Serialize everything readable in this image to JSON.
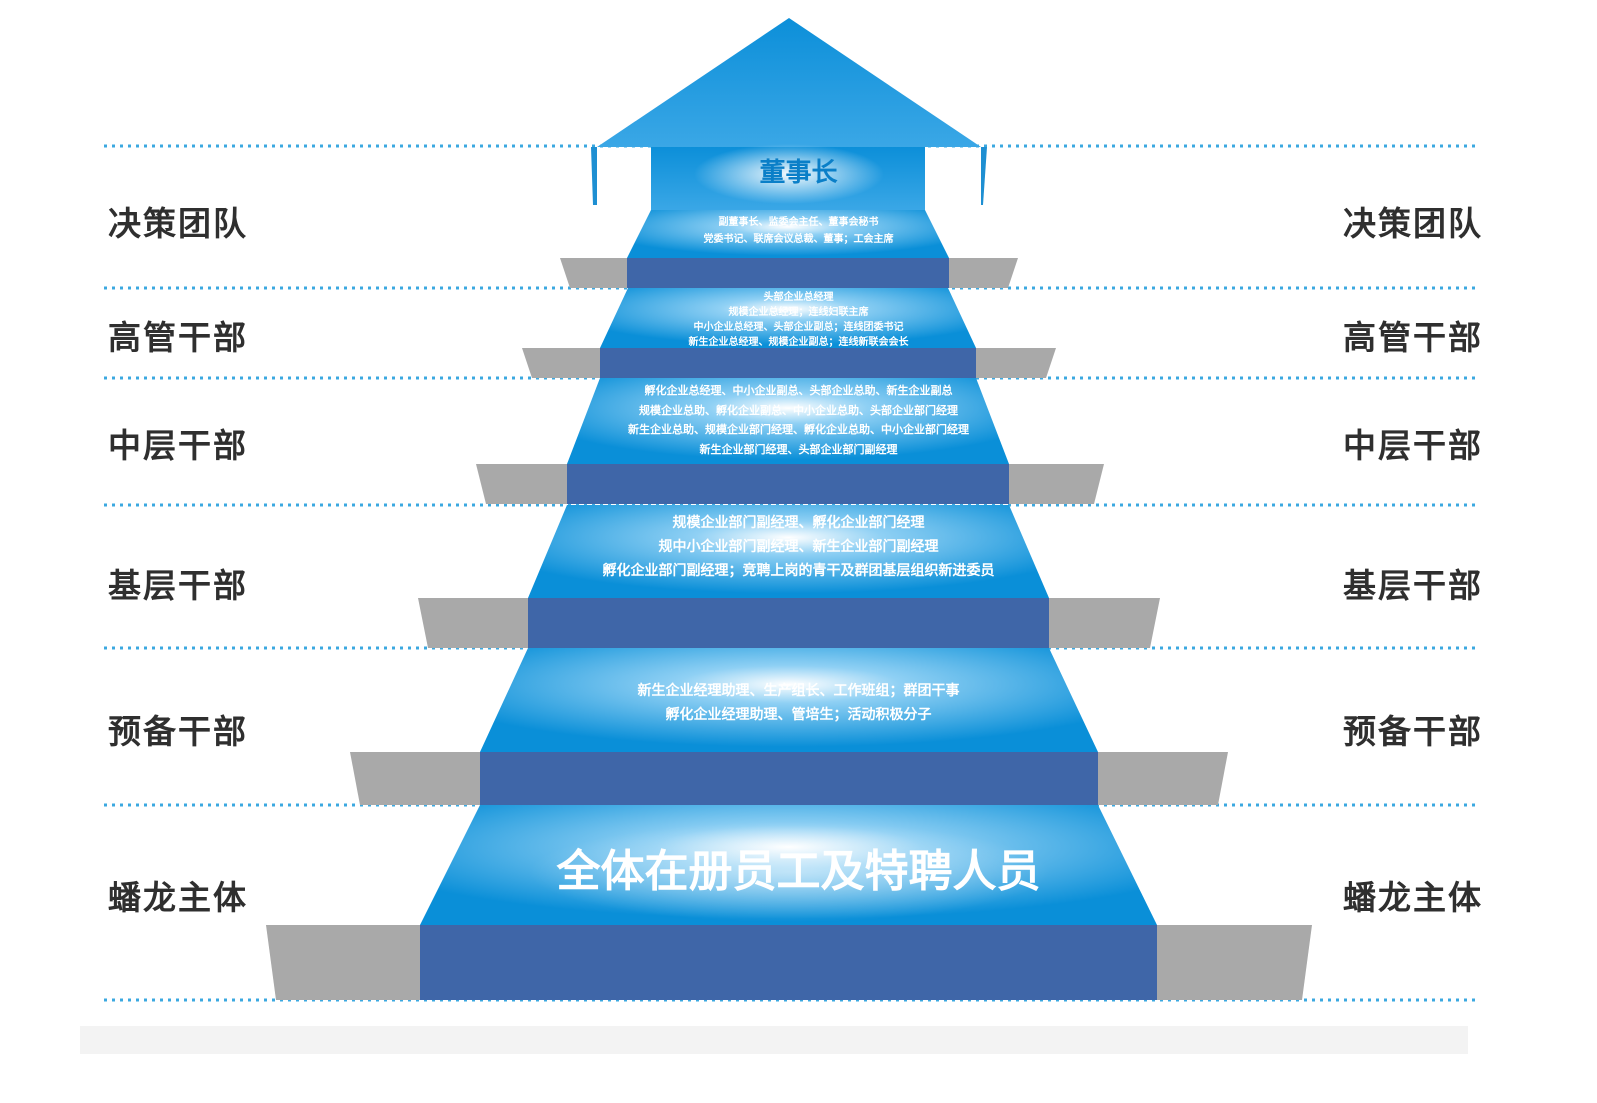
{
  "tiers": [
    {
      "label": "决策团队",
      "title": "董事长",
      "lines": [
        "副董事长、监委会主任、董事会秘书",
        "党委书记、联席会议总裁、董事；工会主席"
      ]
    },
    {
      "label": "高管干部",
      "lines": [
        "头部企业总经理",
        "规模企业总经理；连线妇联主席",
        "中小企业总经理、头部企业副总；连线团委书记",
        "新生企业总经理、规模企业副总；连线新联会会长"
      ]
    },
    {
      "label": "中层干部",
      "lines": [
        "孵化企业总经理、中小企业副总、头部企业总助、新生企业副总",
        "规模企业总助、孵化企业副总、中小企业总助、头部企业部门经理",
        "新生企业总助、规模企业部门经理、孵化企业总助、中小企业部门经理",
        "新生企业部门经理、头部企业部门副经理"
      ]
    },
    {
      "label": "基层干部",
      "lines": [
        "规模企业部门副经理、孵化企业部门经理",
        "规中小企业部门副经理、新生企业部门副经理",
        "孵化企业部门副经理；竞聘上岗的青干及群团基层组织新进委员"
      ]
    },
    {
      "label": "预备干部",
      "lines": [
        "新生企业经理助理、生产组长、工作班组；群团干事",
        "孵化企业经理助理、管培生；活动积极分子"
      ]
    },
    {
      "label": "蟠龙主体",
      "title": "全体在册员工及特聘人员",
      "lines": []
    }
  ],
  "colors": {
    "accent_blue": "#0a8fd8",
    "light_blue": "#7cc4f0",
    "riser_blue": "#3f66a8",
    "gray_ledge": "#a9a9a9",
    "dotted_line": "#3ba8e0",
    "label_text": "#2f2f2f"
  }
}
